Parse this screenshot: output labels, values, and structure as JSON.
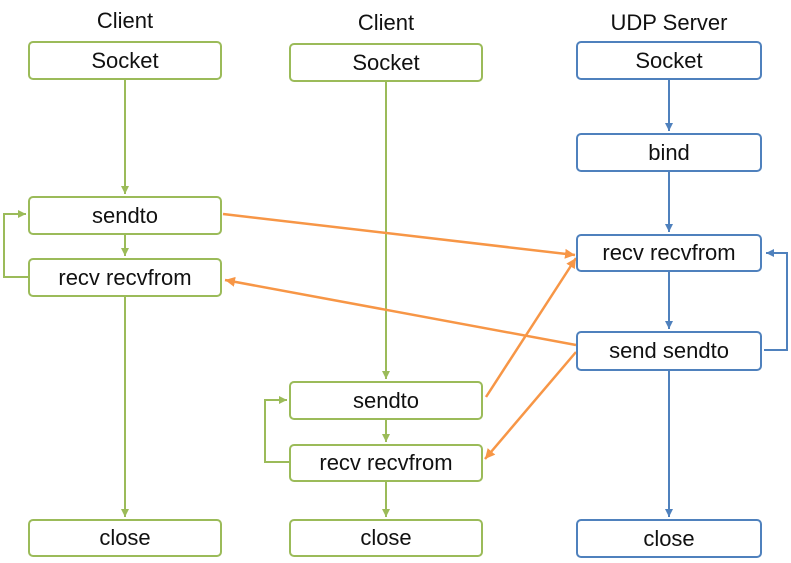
{
  "colors": {
    "client_stroke": "#9bbb59",
    "server_stroke": "#4f81bd",
    "message_arrow": "#f79646"
  },
  "columns": {
    "client_a": {
      "title": "Client",
      "socket": "Socket",
      "sendto": "sendto",
      "recv": "recv recvfrom",
      "close": "close"
    },
    "client_b": {
      "title": "Client",
      "socket": "Socket",
      "sendto": "sendto",
      "recv": "recv recvfrom",
      "close": "close"
    },
    "server": {
      "title": "UDP Server",
      "socket": "Socket",
      "bind": "bind",
      "recv": "recv recvfrom",
      "send": "send sendto",
      "close": "close"
    }
  }
}
